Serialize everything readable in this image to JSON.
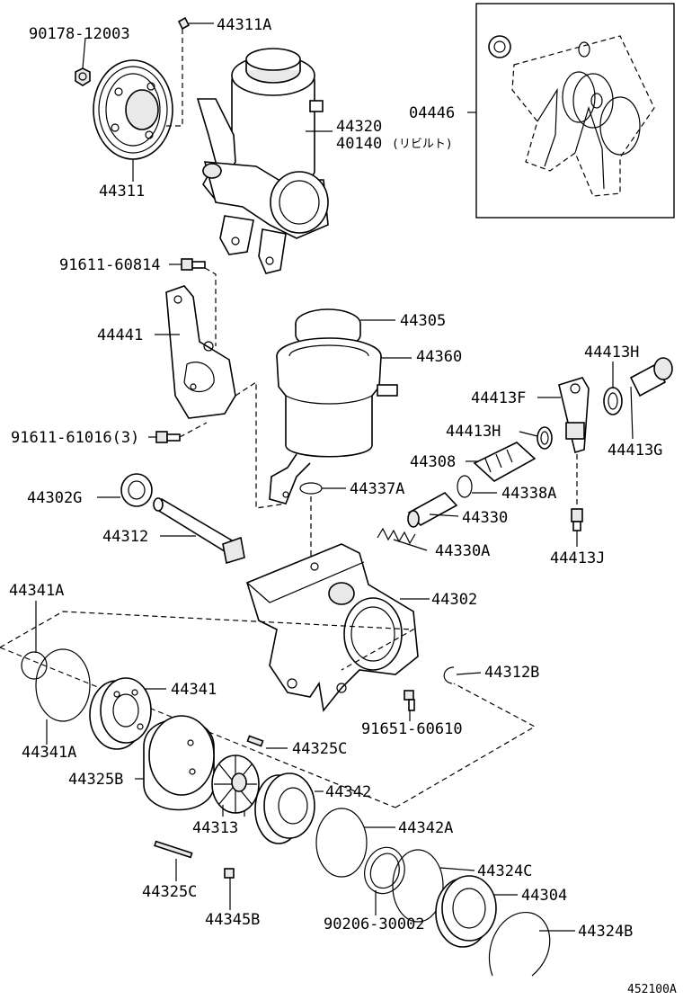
{
  "figure_code": "452100A",
  "labels": {
    "p90178_12003": "90178-12003",
    "p44311A": "44311A",
    "p44311": "44311",
    "p44320": "44320",
    "p40140": "40140",
    "p40140_note": "(リビルト)",
    "p04446": "04446",
    "p91611_60814": "91611-60814",
    "p44441": "44441",
    "p91611_61016": "91611-61016(3)",
    "p44305": "44305",
    "p44360": "44360",
    "p44413H_top": "44413H",
    "p44413F": "44413F",
    "p44413H_mid": "44413H",
    "p44413G": "44413G",
    "p44308": "44308",
    "p44338A": "44338A",
    "p44302G": "44302G",
    "p44337A": "44337A",
    "p44330": "44330",
    "p44312": "44312",
    "p44330A": "44330A",
    "p44413J": "44413J",
    "p44341A_top": "44341A",
    "p44302": "44302",
    "p44312B": "44312B",
    "p44341": "44341",
    "p91651_60610": "91651-60610",
    "p44341A_bot": "44341A",
    "p44325C_top": "44325C",
    "p44325B": "44325B",
    "p44342": "44342",
    "p44313": "44313",
    "p44342A": "44342A",
    "p44324C": "44324C",
    "p44325C_bot": "44325C",
    "p44304": "44304",
    "p44345B": "44345B",
    "p90206_30002": "90206-30002",
    "p44324B": "44324B"
  }
}
